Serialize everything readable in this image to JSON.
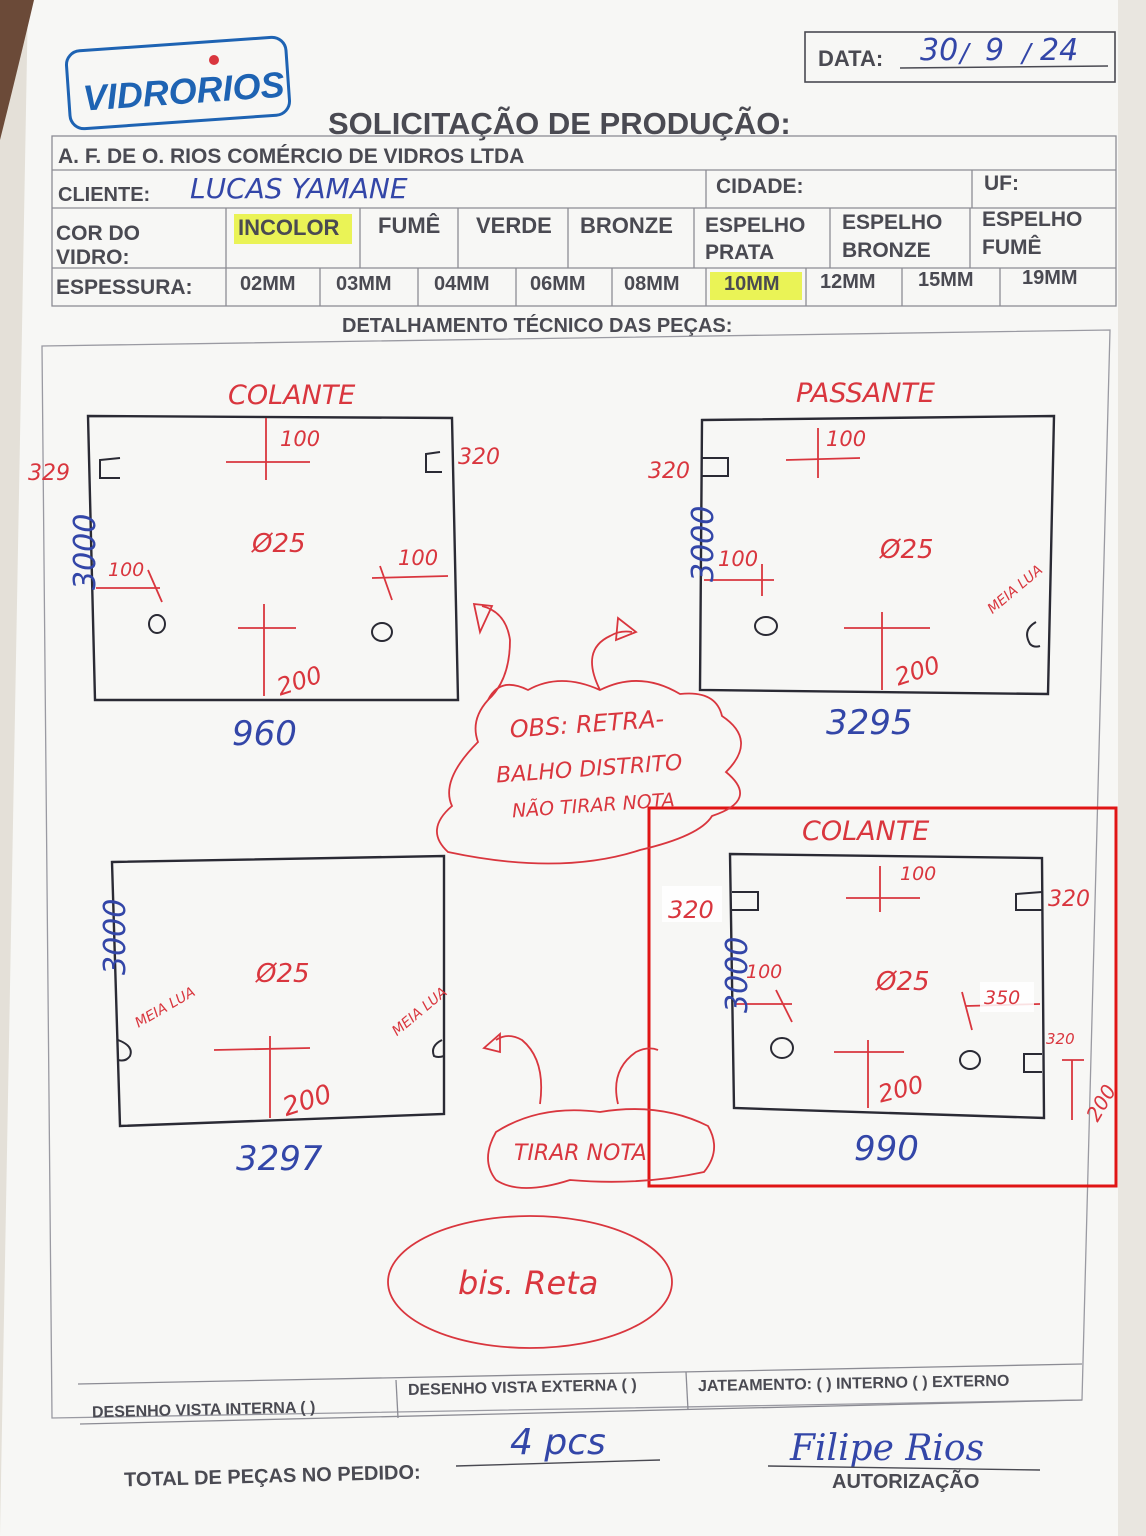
{
  "header": {
    "brand": "VIDRORIOS",
    "date_label": "DATA:",
    "date_day": "30",
    "date_month": "9",
    "date_year": "24",
    "title": "SOLICITAÇÃO DE PRODUÇÃO:",
    "company": "A. F. DE O. RIOS COMÉRCIO DE VIDROS LTDA",
    "client_label": "CLIENTE:",
    "client_value": "LUCAS YAMANE",
    "city_label": "CIDADE:",
    "uf_label": "UF:"
  },
  "glass_color": {
    "label_line1": "COR DO",
    "label_line2": "VIDRO:",
    "options": [
      "INCOLOR",
      "FUMÊ",
      "VERDE",
      "BRONZE",
      "ESPELHO PRATA",
      "ESPELHO BRONZE",
      "ESPELHO FUMÊ"
    ],
    "selected": "INCOLOR"
  },
  "thickness": {
    "label": "ESPESSURA:",
    "options": [
      "02MM",
      "03MM",
      "04MM",
      "06MM",
      "08MM",
      "10MM",
      "12MM",
      "15MM",
      "19MM"
    ],
    "selected": "10MM"
  },
  "highlight_color": "#e8f23a",
  "section_title": "DETALHAMENTO TÉCNICO DAS PEÇAS:",
  "pieces": [
    {
      "type": "COLANTE",
      "width": "960",
      "height": "3000",
      "left_hinge": "329",
      "right_hinge": "320",
      "top_offset": "100",
      "diameter": "Ø25",
      "left_hole": "100",
      "right_hole": "100",
      "bottom_offset": "200"
    },
    {
      "type": "PASSANTE",
      "width": "3295",
      "height": "3000",
      "left_hinge": "320",
      "top_offset": "100",
      "diameter": "Ø25",
      "left_hole": "100",
      "half_moon": "MEIA LUA",
      "bottom_offset": "200"
    },
    {
      "width": "3297",
      "height": "3000",
      "diameter": "Ø25",
      "half_moon_left": "MEIA LUA",
      "half_moon_right": "MEIA LUA",
      "bottom_offset": "200"
    },
    {
      "type": "COLANTE",
      "width": "990",
      "height": "3000",
      "left_hinge": "320",
      "right_hinge": "320",
      "top_offset": "100",
      "diameter": "Ø25",
      "left_hole": "100",
      "right_hole": "350",
      "bottom_offset": "200",
      "right_low_hinge": "320",
      "right_low_offset": "200"
    }
  ],
  "notes": {
    "obs_line1": "OBS: RETRA-",
    "obs_line2": "BALHO DISTRITO",
    "obs_line3": "NÃO TIRAR NOTA",
    "tirar_nota": "TIRAR NOTA",
    "bisote": "bis. Reta"
  },
  "footer": {
    "internal_view": "DESENHO VISTA INTERNA ( )",
    "external_view": "DESENHO VISTA EXTERNA ( )",
    "sandblast": "JATEAMENTO: ( ) INTERNO ( ) EXTERNO",
    "total_label": "TOTAL DE PEÇAS NO PEDIDO:",
    "total_value": "4 pcs",
    "signature": "Filipe Rios",
    "authorization": "AUTORIZAÇÃO"
  }
}
